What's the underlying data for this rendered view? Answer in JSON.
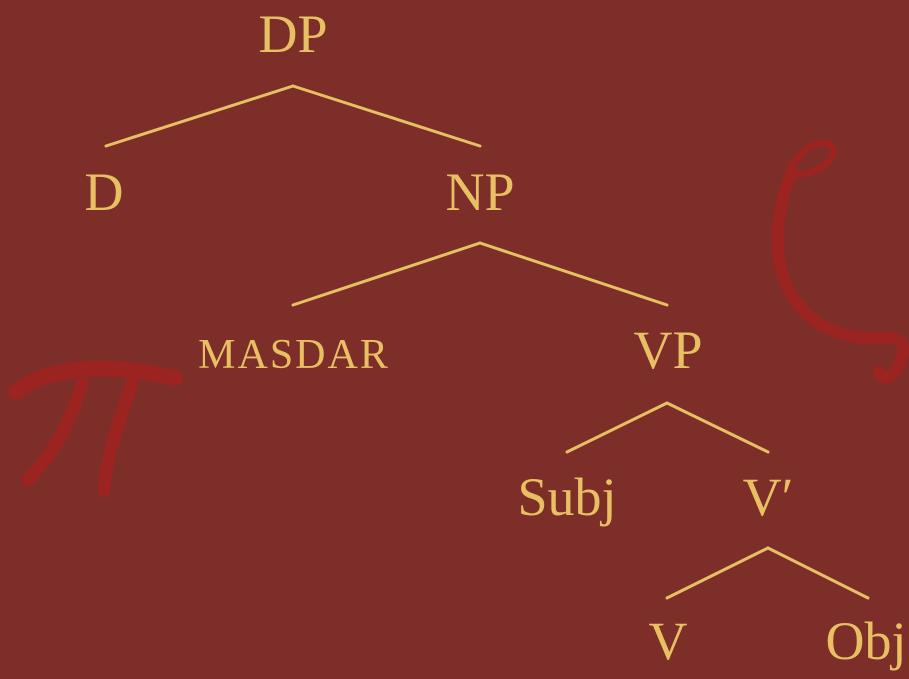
{
  "colors": {
    "background": "#7d2e29",
    "text": "#e8c063",
    "lines": "#e8c063",
    "decor": "#9b2420"
  },
  "decor_icons": [
    "pi-symbol",
    "ornamental-flourish"
  ],
  "tree": {
    "nodes": {
      "dp": "DP",
      "d": "D",
      "np": "NP",
      "masdar": "MASDAR",
      "vp": "VP",
      "subj": "Subj",
      "vbar": "V′",
      "v": "V",
      "obj": "Obj"
    },
    "edges": [
      [
        "dp",
        "d"
      ],
      [
        "dp",
        "np"
      ],
      [
        "np",
        "masdar"
      ],
      [
        "np",
        "vp"
      ],
      [
        "vp",
        "subj"
      ],
      [
        "vp",
        "vbar"
      ],
      [
        "vbar",
        "v"
      ],
      [
        "vbar",
        "obj"
      ]
    ]
  }
}
